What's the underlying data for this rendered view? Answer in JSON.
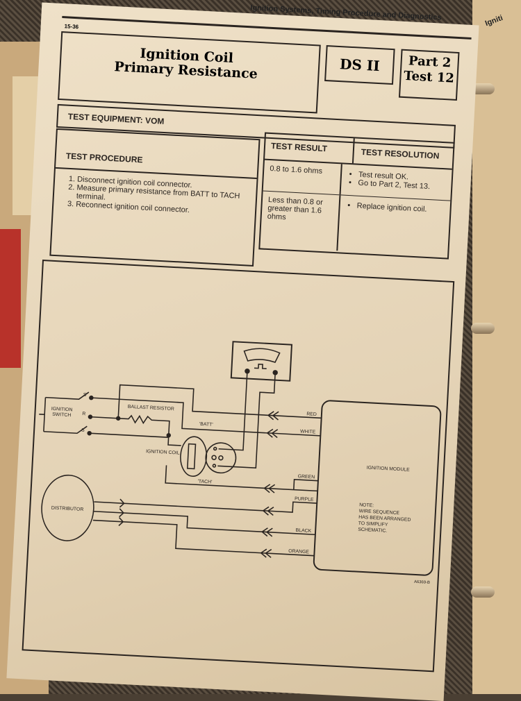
{
  "running_head": "Ignition Systems, Timing Procedure and Diagnostics",
  "page_number": "15-36",
  "title": "Ignition Coil Primary Resistance",
  "series_box": "DS II",
  "part": "Part 2",
  "test": "Test 12",
  "right_page_tab": "Igniti",
  "test_equipment": "TEST EQUIPMENT: VOM",
  "procedure": {
    "header": "TEST PROCEDURE",
    "steps": [
      "Disconnect ignition coil connector.",
      "Measure primary resistance from BATT to TACH terminal.",
      "Reconnect ignition coil connector."
    ]
  },
  "results_table": {
    "headers": [
      "TEST RESULT",
      "TEST RESOLUTION"
    ],
    "rows": [
      {
        "result": "0.8 to 1.6 ohms",
        "resolution": [
          "Test result OK.",
          "Go to Part 2, Test 13."
        ]
      },
      {
        "result": "Less than 0.8 or greater than 1.6 ohms",
        "resolution": [
          "Replace ignition coil."
        ]
      }
    ]
  },
  "diagram": {
    "ignition_switch": "IGNITION SWITCH",
    "contacts": [
      "S",
      "R",
      "S"
    ],
    "ballast_resistor": "BALLAST RESISTOR",
    "ignition_coil": "IGNITION COIL",
    "batt": "'BATT'",
    "tach": "'TACH'",
    "distributor": "DISTRIBUTOR",
    "ignition_module": "IGNITION MODULE",
    "wires": [
      "RED",
      "WHITE",
      "GREEN",
      "PURPLE",
      "BLACK",
      "ORANGE"
    ],
    "note": [
      "NOTE:",
      "WIRE SEQUENCE",
      "HAS BEEN ARRANGED",
      "TO SIMPLIFY",
      "SCHEMATIC."
    ],
    "figure_id": "A6369-B"
  }
}
